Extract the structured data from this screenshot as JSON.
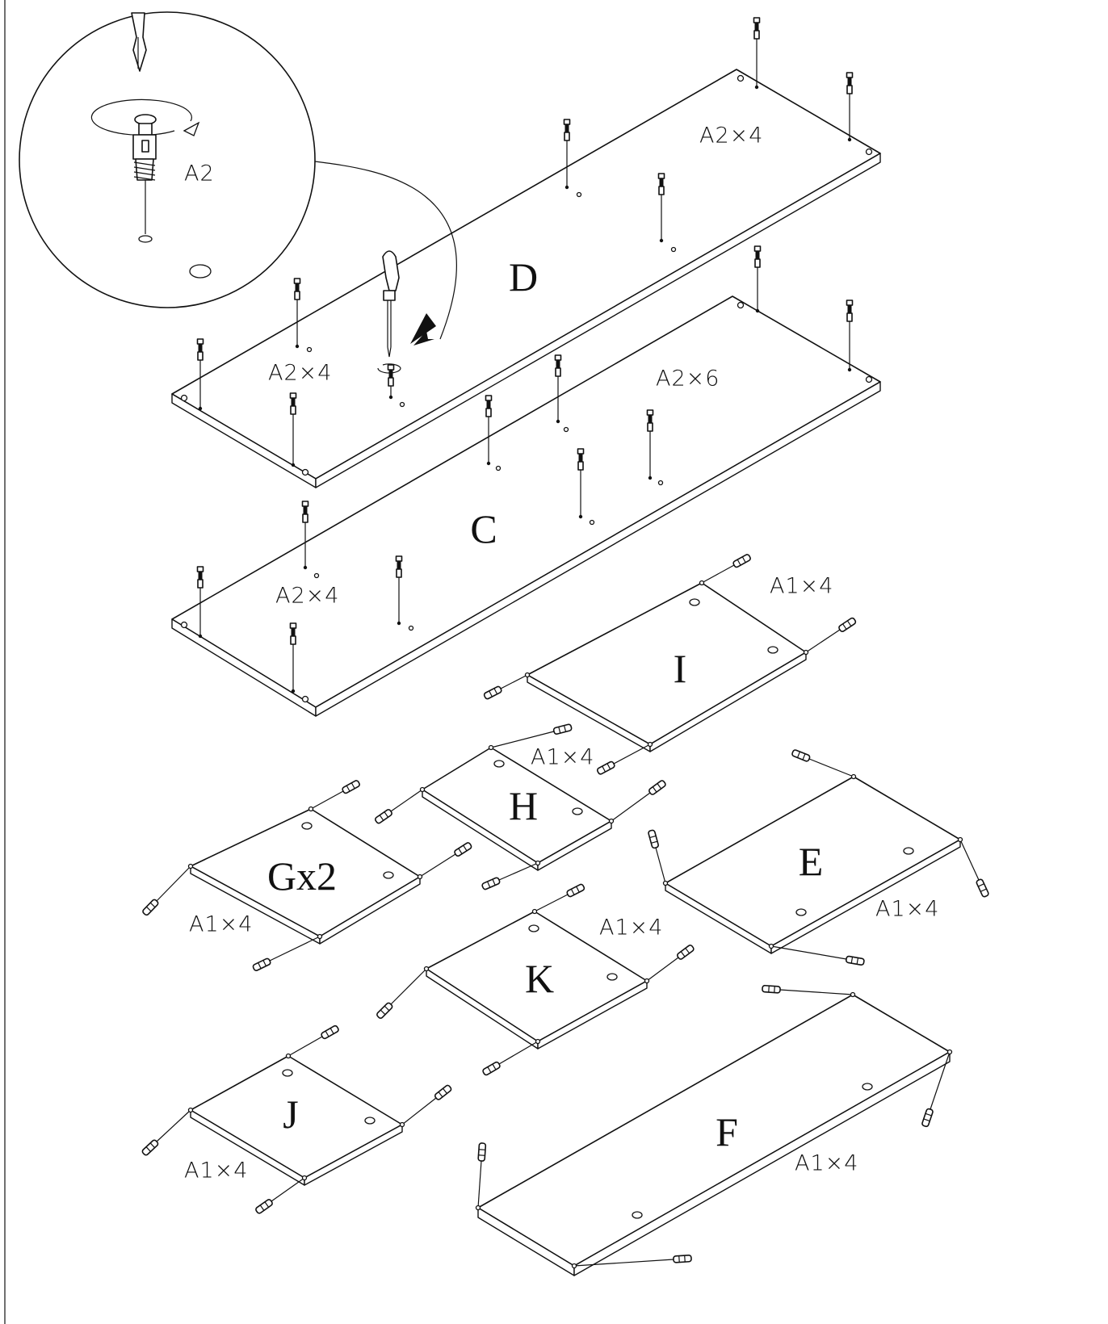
{
  "detail": {
    "label": "A2"
  },
  "panels": [
    {
      "id": "D",
      "label": "D"
    },
    {
      "id": "C",
      "label": "C"
    },
    {
      "id": "I",
      "label": "I"
    },
    {
      "id": "H",
      "label": "H"
    },
    {
      "id": "G",
      "label": "Gx2"
    },
    {
      "id": "E",
      "label": "E"
    },
    {
      "id": "K",
      "label": "K"
    },
    {
      "id": "J",
      "label": "J"
    },
    {
      "id": "F",
      "label": "F"
    }
  ],
  "quantities": {
    "d_right": "A2×4",
    "d_left": "A2×4",
    "c_right": "A2×6",
    "c_left": "A2×4",
    "i": "A1×4",
    "h": "A1×4",
    "g": "A1×4",
    "e": "A1×4",
    "k": "A1×4",
    "j": "A1×4",
    "f": "A1×4"
  }
}
